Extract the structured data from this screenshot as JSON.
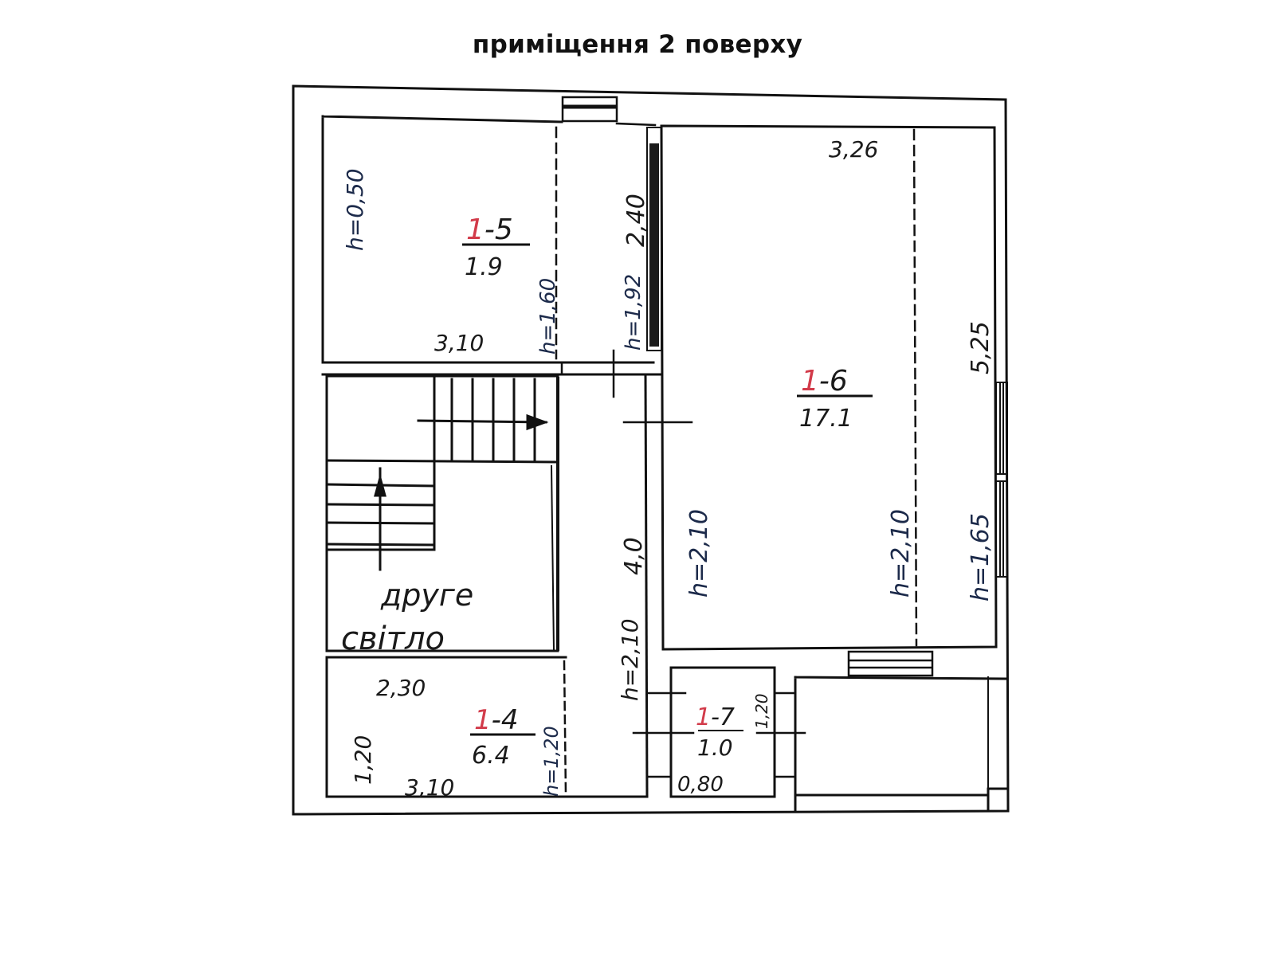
{
  "title": "приміщення 2 поверху",
  "rooms": [
    {
      "id": "1-5",
      "prefix": "1",
      "suffix": "-5",
      "area": "1.9"
    },
    {
      "id": "1-6",
      "prefix": "1",
      "suffix": "-6",
      "area": "17.1"
    },
    {
      "id": "1-4",
      "prefix": "1",
      "suffix": "-4",
      "area": "6.4"
    },
    {
      "id": "1-7",
      "prefix": "1",
      "suffix": "-7",
      "area": "1.0"
    }
  ],
  "dimensions": {
    "room_1_5_width": "3,10",
    "room_1_6_width": "3,26",
    "room_1_6_length": "5,25",
    "room_1_4_top": "2,30",
    "room_1_4_bottom": "3,10",
    "room_1_4_height": "1,20",
    "room_1_7_width": "0,80",
    "room_1_7_height": "1,20",
    "corridor_length": "4,0",
    "closet_length": "2,40"
  },
  "heights": {
    "room_1_5_left": "h=0,50",
    "room_1_5_right": "h=1,60",
    "closet": "h=1,92",
    "corridor": "h=2,10",
    "room_1_6_left": "h=2,10",
    "room_1_6_mid": "h=2,10",
    "room_1_6_right": "h=1,65",
    "room_1_4_right": "h=1,20"
  },
  "labels": {
    "stair_void_line1": "друге",
    "stair_void_line2": "світло"
  },
  "colors": {
    "line": "#111111",
    "room_prefix": "#d23b4a",
    "height_text": "#1c2a4a"
  }
}
